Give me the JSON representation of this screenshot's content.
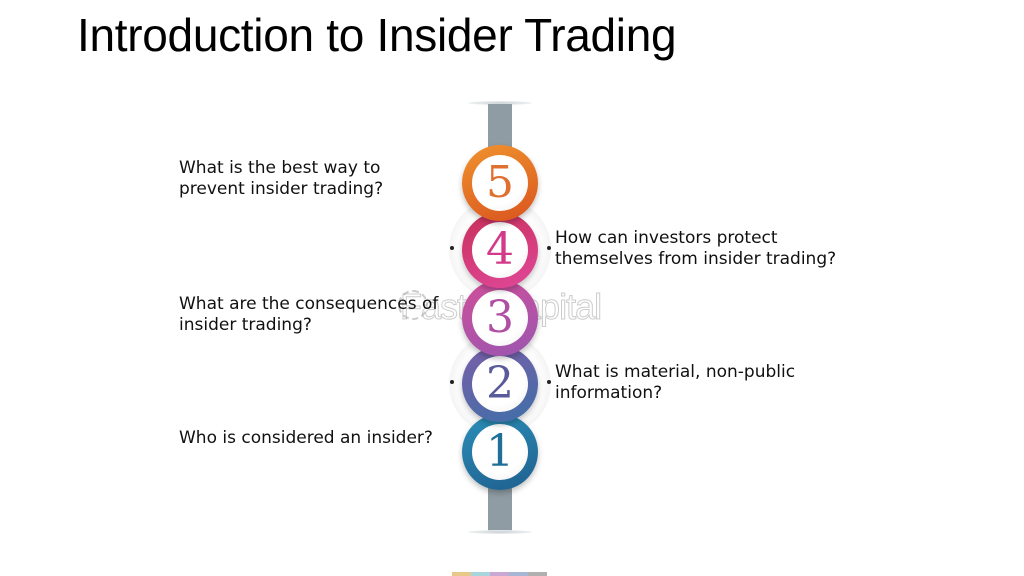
{
  "slide": {
    "title": "Introduction to Insider Trading",
    "watermark": "FasterCapital"
  },
  "steps": [
    {
      "number": "1",
      "text": "Who is considered an insider?",
      "side": "left",
      "color": "#1f6f99",
      "color2": "#2b8fb8"
    },
    {
      "number": "2",
      "text": "What is material, non-public information?",
      "side": "right",
      "color": "#5a6aa8",
      "color2": "#7b5ea8"
    },
    {
      "number": "3",
      "text": "What are the consequences of insider trading?",
      "side": "left",
      "color": "#b04ea3",
      "color2": "#c94f9b"
    },
    {
      "number": "4",
      "text": "How can investors protect themselves from insider trading?",
      "side": "right",
      "color": "#d33a7a",
      "color2": "#e0407e"
    },
    {
      "number": "5",
      "text": "What is the best way to prevent insider trading?",
      "side": "left",
      "color": "#e8752a",
      "color2": "#d65a1e"
    }
  ],
  "colors": {
    "pole": "#8f9ca3",
    "swatches": [
      "#e9c98a",
      "#a9d6dc",
      "#c9a8d6",
      "#a8b6d6",
      "#b0b0b0"
    ]
  }
}
